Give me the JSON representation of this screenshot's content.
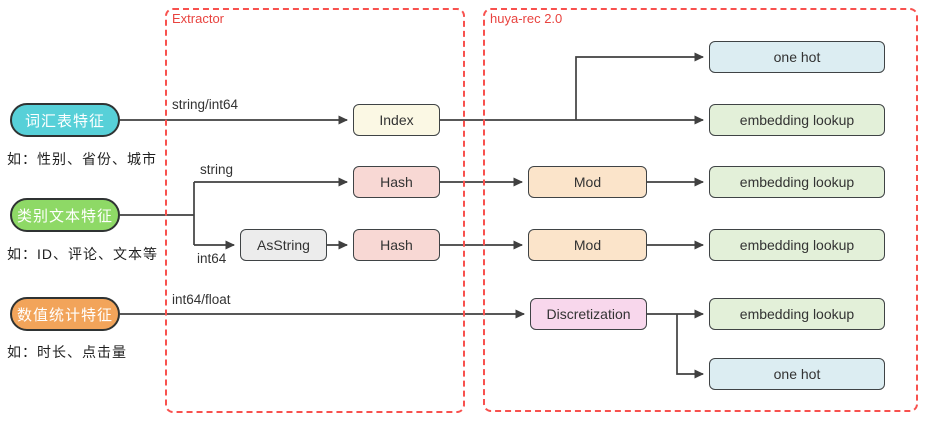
{
  "groups": {
    "extractor": {
      "label": "Extractor"
    },
    "huya_rec": {
      "label": "huya-rec 2.0"
    }
  },
  "accent_colors": {
    "group_border": "#f8514e",
    "group_label_text": "#e8433f",
    "connector_line": "#404040"
  },
  "sources": {
    "vocab": {
      "label": "词汇表特征",
      "caption": "如：性别、省份、城市",
      "fill": "#57d0d8"
    },
    "category": {
      "label": "类别文本特征",
      "caption": "如：ID、评论、文本等",
      "fill": "#8ed966"
    },
    "numeric": {
      "label": "数值统计特征",
      "caption": "如：时长、点击量",
      "fill": "#f2a45a"
    }
  },
  "extractor_nodes": {
    "index": {
      "label": "Index",
      "fill": "#fbf8e4"
    },
    "hash_string": {
      "label": "Hash",
      "fill": "#f8d8d4"
    },
    "as_string": {
      "label": "AsString",
      "fill": "#ececec"
    },
    "hash_int64": {
      "label": "Hash",
      "fill": "#f8d8d4"
    }
  },
  "rec_nodes": {
    "one_hot_top": {
      "label": "one hot",
      "fill": "#dcedf2"
    },
    "embed_index": {
      "label": "embedding lookup",
      "fill": "#e3f0d9"
    },
    "mod_string": {
      "label": "Mod",
      "fill": "#fbe4ca"
    },
    "embed_mod1": {
      "label": "embedding lookup",
      "fill": "#e3f0d9"
    },
    "mod_int64": {
      "label": "Mod",
      "fill": "#fbe4ca"
    },
    "embed_mod2": {
      "label": "embedding lookup",
      "fill": "#e3f0d9"
    },
    "discretization": {
      "label": "Discretization",
      "fill": "#f8d7ec"
    },
    "embed_disc": {
      "label": "embedding lookup",
      "fill": "#e3f0d9"
    },
    "one_hot_bottom": {
      "label": "one hot",
      "fill": "#dcedf2"
    }
  },
  "edge_labels": {
    "vocab_to_index": "string/int64",
    "category_string_branch": "string",
    "category_int64_branch": "int64",
    "numeric_to_disc": "int64/float"
  }
}
